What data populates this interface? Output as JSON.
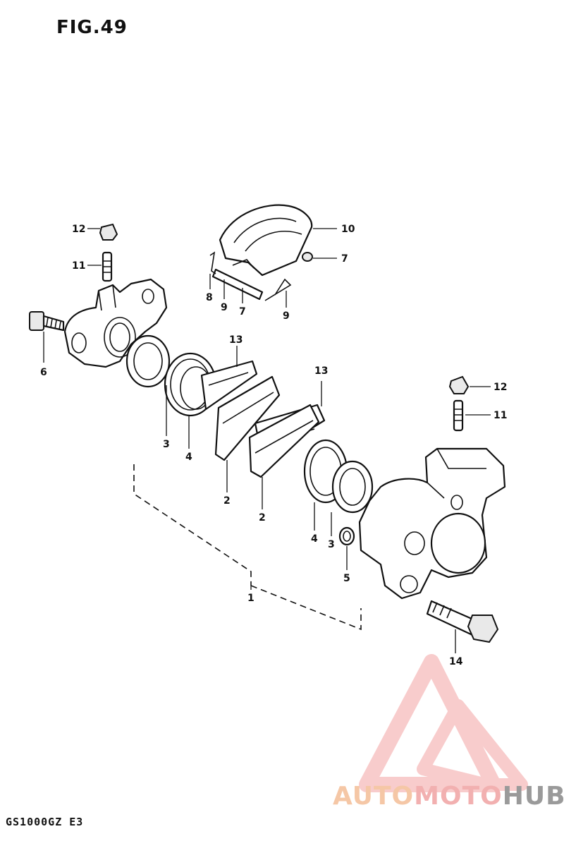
{
  "title": "FIG.49",
  "model_code": "GS1000GZ E3",
  "watermark": {
    "part_a": "AUTO",
    "part_b": "MOTO",
    "part_c": "HUB",
    "colors": {
      "triangle": "#f4a3a3",
      "auto": "#f5c7a6",
      "moto": "#f2b0b0",
      "hub": "#9a9a9a"
    }
  },
  "callouts": {
    "c1": "1",
    "c2a": "2",
    "c2b": "2",
    "c3a": "3",
    "c3b": "3",
    "c4a": "4",
    "c4b": "4",
    "c5": "5",
    "c6": "6",
    "c7a": "7",
    "c7b": "7",
    "c8": "8",
    "c9a": "9",
    "c9b": "9",
    "c10": "10",
    "c11a": "11",
    "c11b": "11",
    "c12a": "12",
    "c12b": "12",
    "c13a": "13",
    "c13b": "13",
    "c14": "14"
  }
}
